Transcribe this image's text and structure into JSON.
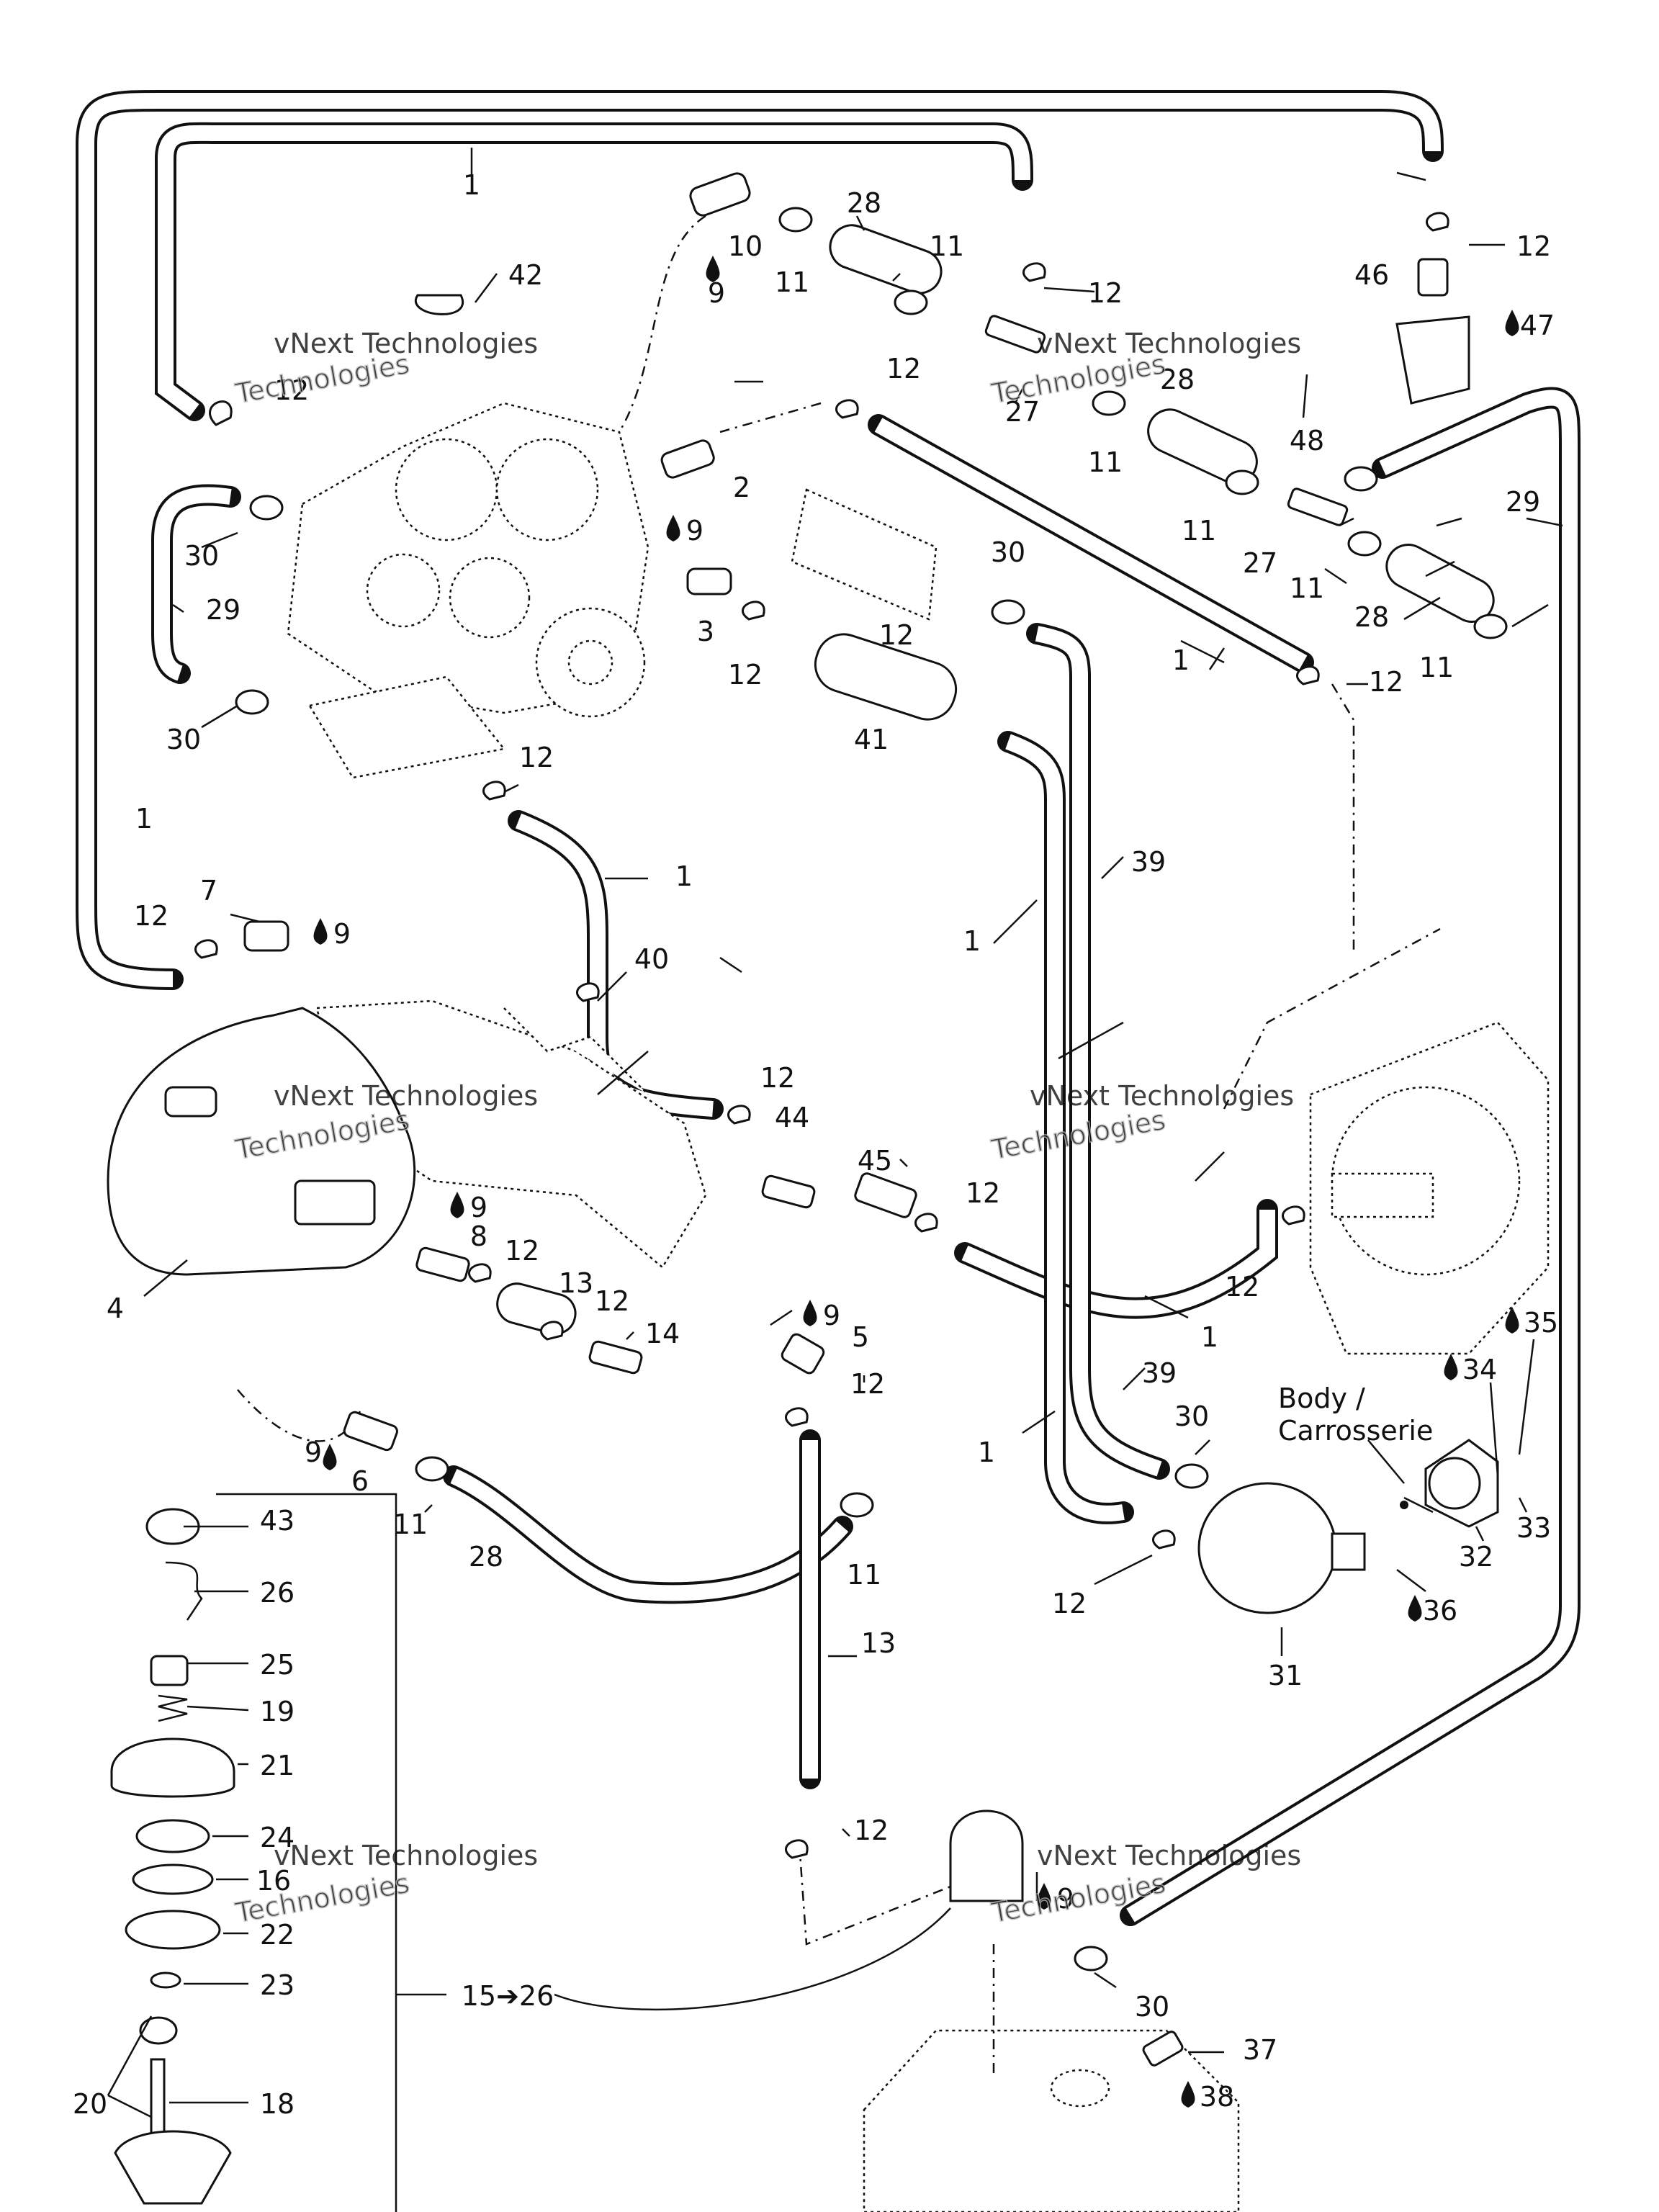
{
  "watermark": {
    "line1": "vNext",
    "line2": "Technologies",
    "line_small": "vNext Technologies"
  },
  "body_label": [
    "Body /",
    "Carrosserie"
  ],
  "callouts": [
    {
      "id": "c1a",
      "text": "1"
    },
    {
      "id": "c1b",
      "text": "1"
    },
    {
      "id": "c1c",
      "text": "1"
    },
    {
      "id": "c1d",
      "text": "1"
    },
    {
      "id": "c1e",
      "text": "1"
    },
    {
      "id": "c1f",
      "text": "1"
    },
    {
      "id": "c1g",
      "text": "1"
    },
    {
      "id": "c2",
      "text": "2"
    },
    {
      "id": "c3",
      "text": "3"
    },
    {
      "id": "c4",
      "text": "4"
    },
    {
      "id": "c5",
      "text": "5"
    },
    {
      "id": "c6",
      "text": "6"
    },
    {
      "id": "c7",
      "text": "7"
    },
    {
      "id": "c8",
      "text": "8"
    },
    {
      "id": "c9a",
      "text": "9"
    },
    {
      "id": "c9b",
      "text": "9"
    },
    {
      "id": "c9c",
      "text": "9"
    },
    {
      "id": "c9d",
      "text": "9"
    },
    {
      "id": "c9e",
      "text": "9"
    },
    {
      "id": "c9f",
      "text": "9"
    },
    {
      "id": "c9g",
      "text": "9"
    },
    {
      "id": "c10",
      "text": "10"
    },
    {
      "id": "c11a",
      "text": "11"
    },
    {
      "id": "c11b",
      "text": "11"
    },
    {
      "id": "c11c",
      "text": "11"
    },
    {
      "id": "c11d",
      "text": "11"
    },
    {
      "id": "c11e",
      "text": "11"
    },
    {
      "id": "c11f",
      "text": "11"
    },
    {
      "id": "c11g",
      "text": "11"
    },
    {
      "id": "c11h",
      "text": "11"
    },
    {
      "id": "c12a",
      "text": "12"
    },
    {
      "id": "c12b",
      "text": "12"
    },
    {
      "id": "c12c",
      "text": "12"
    },
    {
      "id": "c12d",
      "text": "12"
    },
    {
      "id": "c12e",
      "text": "12"
    },
    {
      "id": "c12f",
      "text": "12"
    },
    {
      "id": "c12g",
      "text": "12"
    },
    {
      "id": "c12h",
      "text": "12"
    },
    {
      "id": "c12i",
      "text": "12"
    },
    {
      "id": "c12j",
      "text": "12"
    },
    {
      "id": "c12k",
      "text": "12"
    },
    {
      "id": "c12l",
      "text": "12"
    },
    {
      "id": "c12m",
      "text": "12"
    },
    {
      "id": "c12n",
      "text": "12"
    },
    {
      "id": "c12o",
      "text": "12"
    },
    {
      "id": "c12p",
      "text": "12"
    },
    {
      "id": "c12q",
      "text": "12"
    },
    {
      "id": "c13a",
      "text": "13"
    },
    {
      "id": "c13b",
      "text": "13"
    },
    {
      "id": "c14",
      "text": "14"
    },
    {
      "id": "c15",
      "text": "15➔26"
    },
    {
      "id": "c16",
      "text": "16"
    },
    {
      "id": "c18",
      "text": "18"
    },
    {
      "id": "c19",
      "text": "19"
    },
    {
      "id": "c20",
      "text": "20"
    },
    {
      "id": "c21",
      "text": "21"
    },
    {
      "id": "c22",
      "text": "22"
    },
    {
      "id": "c23",
      "text": "23"
    },
    {
      "id": "c24",
      "text": "24"
    },
    {
      "id": "c25",
      "text": "25"
    },
    {
      "id": "c26",
      "text": "26"
    },
    {
      "id": "c27a",
      "text": "27"
    },
    {
      "id": "c27b",
      "text": "27"
    },
    {
      "id": "c28a",
      "text": "28"
    },
    {
      "id": "c28b",
      "text": "28"
    },
    {
      "id": "c28c",
      "text": "28"
    },
    {
      "id": "c28d",
      "text": "28"
    },
    {
      "id": "c29a",
      "text": "29"
    },
    {
      "id": "c29b",
      "text": "29"
    },
    {
      "id": "c30a",
      "text": "30"
    },
    {
      "id": "c30b",
      "text": "30"
    },
    {
      "id": "c30c",
      "text": "30"
    },
    {
      "id": "c30d",
      "text": "30"
    },
    {
      "id": "c30e",
      "text": "30"
    },
    {
      "id": "c31",
      "text": "31"
    },
    {
      "id": "c32",
      "text": "32"
    },
    {
      "id": "c33",
      "text": "33"
    },
    {
      "id": "c34",
      "text": "34"
    },
    {
      "id": "c35",
      "text": "35"
    },
    {
      "id": "c36",
      "text": "36"
    },
    {
      "id": "c37",
      "text": "37"
    },
    {
      "id": "c38",
      "text": "38"
    },
    {
      "id": "c39a",
      "text": "39"
    },
    {
      "id": "c39b",
      "text": "39"
    },
    {
      "id": "c40",
      "text": "40"
    },
    {
      "id": "c41",
      "text": "41"
    },
    {
      "id": "c42",
      "text": "42"
    },
    {
      "id": "c43",
      "text": "43"
    },
    {
      "id": "c44",
      "text": "44"
    },
    {
      "id": "c45",
      "text": "45"
    },
    {
      "id": "c46",
      "text": "46"
    },
    {
      "id": "c47",
      "text": "47"
    },
    {
      "id": "c48",
      "text": "48"
    }
  ],
  "icons": {
    "sealant": "sealant-drop-icon"
  }
}
